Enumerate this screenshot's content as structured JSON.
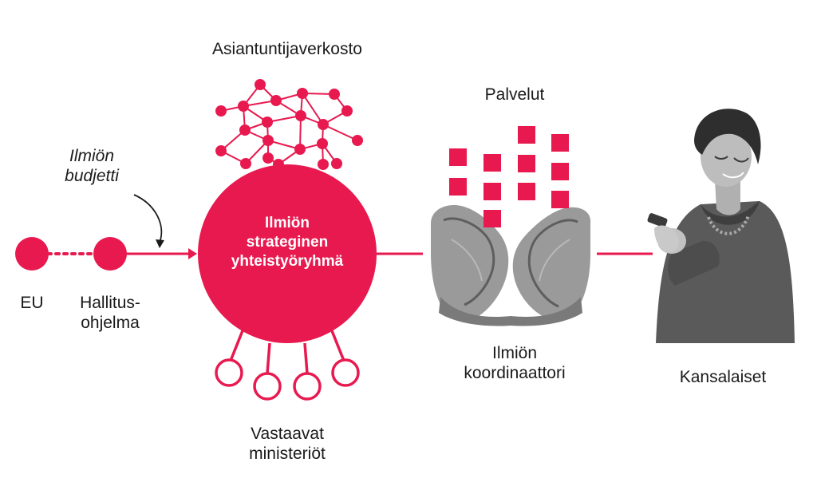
{
  "colors": {
    "accent": "#E8194F",
    "text": "#1a1a1a",
    "white": "#ffffff"
  },
  "center": {
    "line1": "Ilmiön",
    "line2": "strateginen",
    "line3": "yhteistyöryhmä"
  },
  "labels": {
    "expert_network": "Asiantuntijaverkosto",
    "budget_line1": "Ilmiön",
    "budget_line2": "budjetti",
    "eu": "EU",
    "government_line1": "Hallitus-",
    "government_line2": "ohjelma",
    "ministries_line1": "Vastaavat",
    "ministries_line2": "ministeriöt",
    "services": "Palvelut",
    "coordinator_line1": "Ilmiön",
    "coordinator_line2": "koordinaattori",
    "citizens": "Kansalaiset"
  },
  "icons": {
    "hands": "open-hands-icon",
    "person": "citizen-person-icon",
    "network": "network-graph-icon"
  }
}
